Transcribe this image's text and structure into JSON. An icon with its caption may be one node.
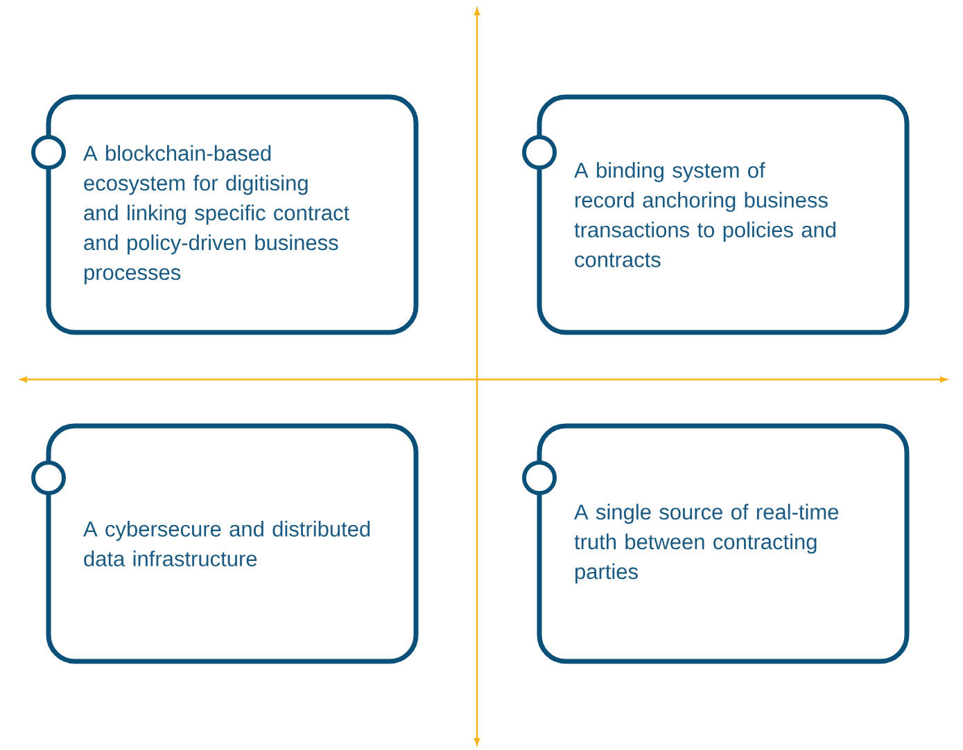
{
  "diagram": {
    "nodes": [
      {
        "text": [
          "A blockchain-based ecosystem for digitising and linking specific contract and policy-driven business processes"
        ]
      },
      {
        "text": [
          "A binding system of record anchoring business transactions to policies and contracts"
        ]
      },
      {
        "text": [
          "A cybersecure and distributed data infrastructure"
        ]
      },
      {
        "text": [
          "A single source of real-time truth between contracting parties"
        ]
      }
    ]
  }
}
